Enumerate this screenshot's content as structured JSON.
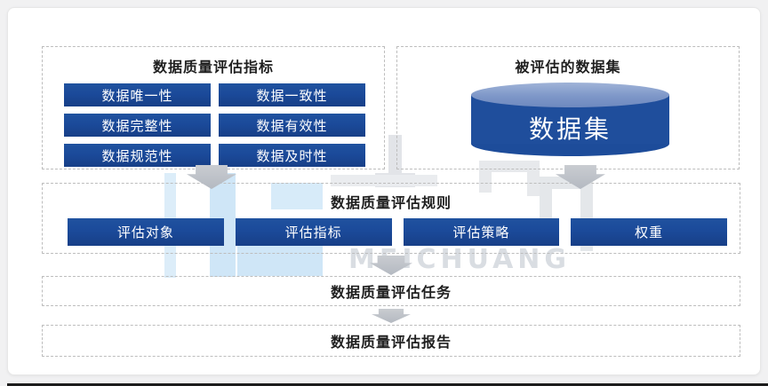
{
  "watermark": {
    "text": "MEICHUANG"
  },
  "indicators_panel": {
    "title": "数据质量评估指标",
    "items": [
      "数据唯一性",
      "数据一致性",
      "数据完整性",
      "数据有效性",
      "数据规范性",
      "数据及时性"
    ]
  },
  "dataset_panel": {
    "title": "被评估的数据集",
    "cylinder_label": "数据集"
  },
  "rules_panel": {
    "title": "数据质量评估规则",
    "items": [
      "评估对象",
      "评估指标",
      "评估策略",
      "权重"
    ]
  },
  "task_panel": {
    "title": "数据质量评估任务"
  },
  "report_panel": {
    "title": "数据质量评估报告"
  },
  "colors": {
    "node_blue": "#1b4a9a",
    "cylinder_blue": "#1f4e9c",
    "cylinder_top_light": "#8ba3ce",
    "arrow_gray": "#b4b9c1",
    "dashed_border": "#bdbdbd",
    "watermark_blue": "#cfe6f7",
    "watermark_gray": "#e4e7ea",
    "title_text": "#1f1f1f",
    "page_background": "#f1f1f2"
  }
}
